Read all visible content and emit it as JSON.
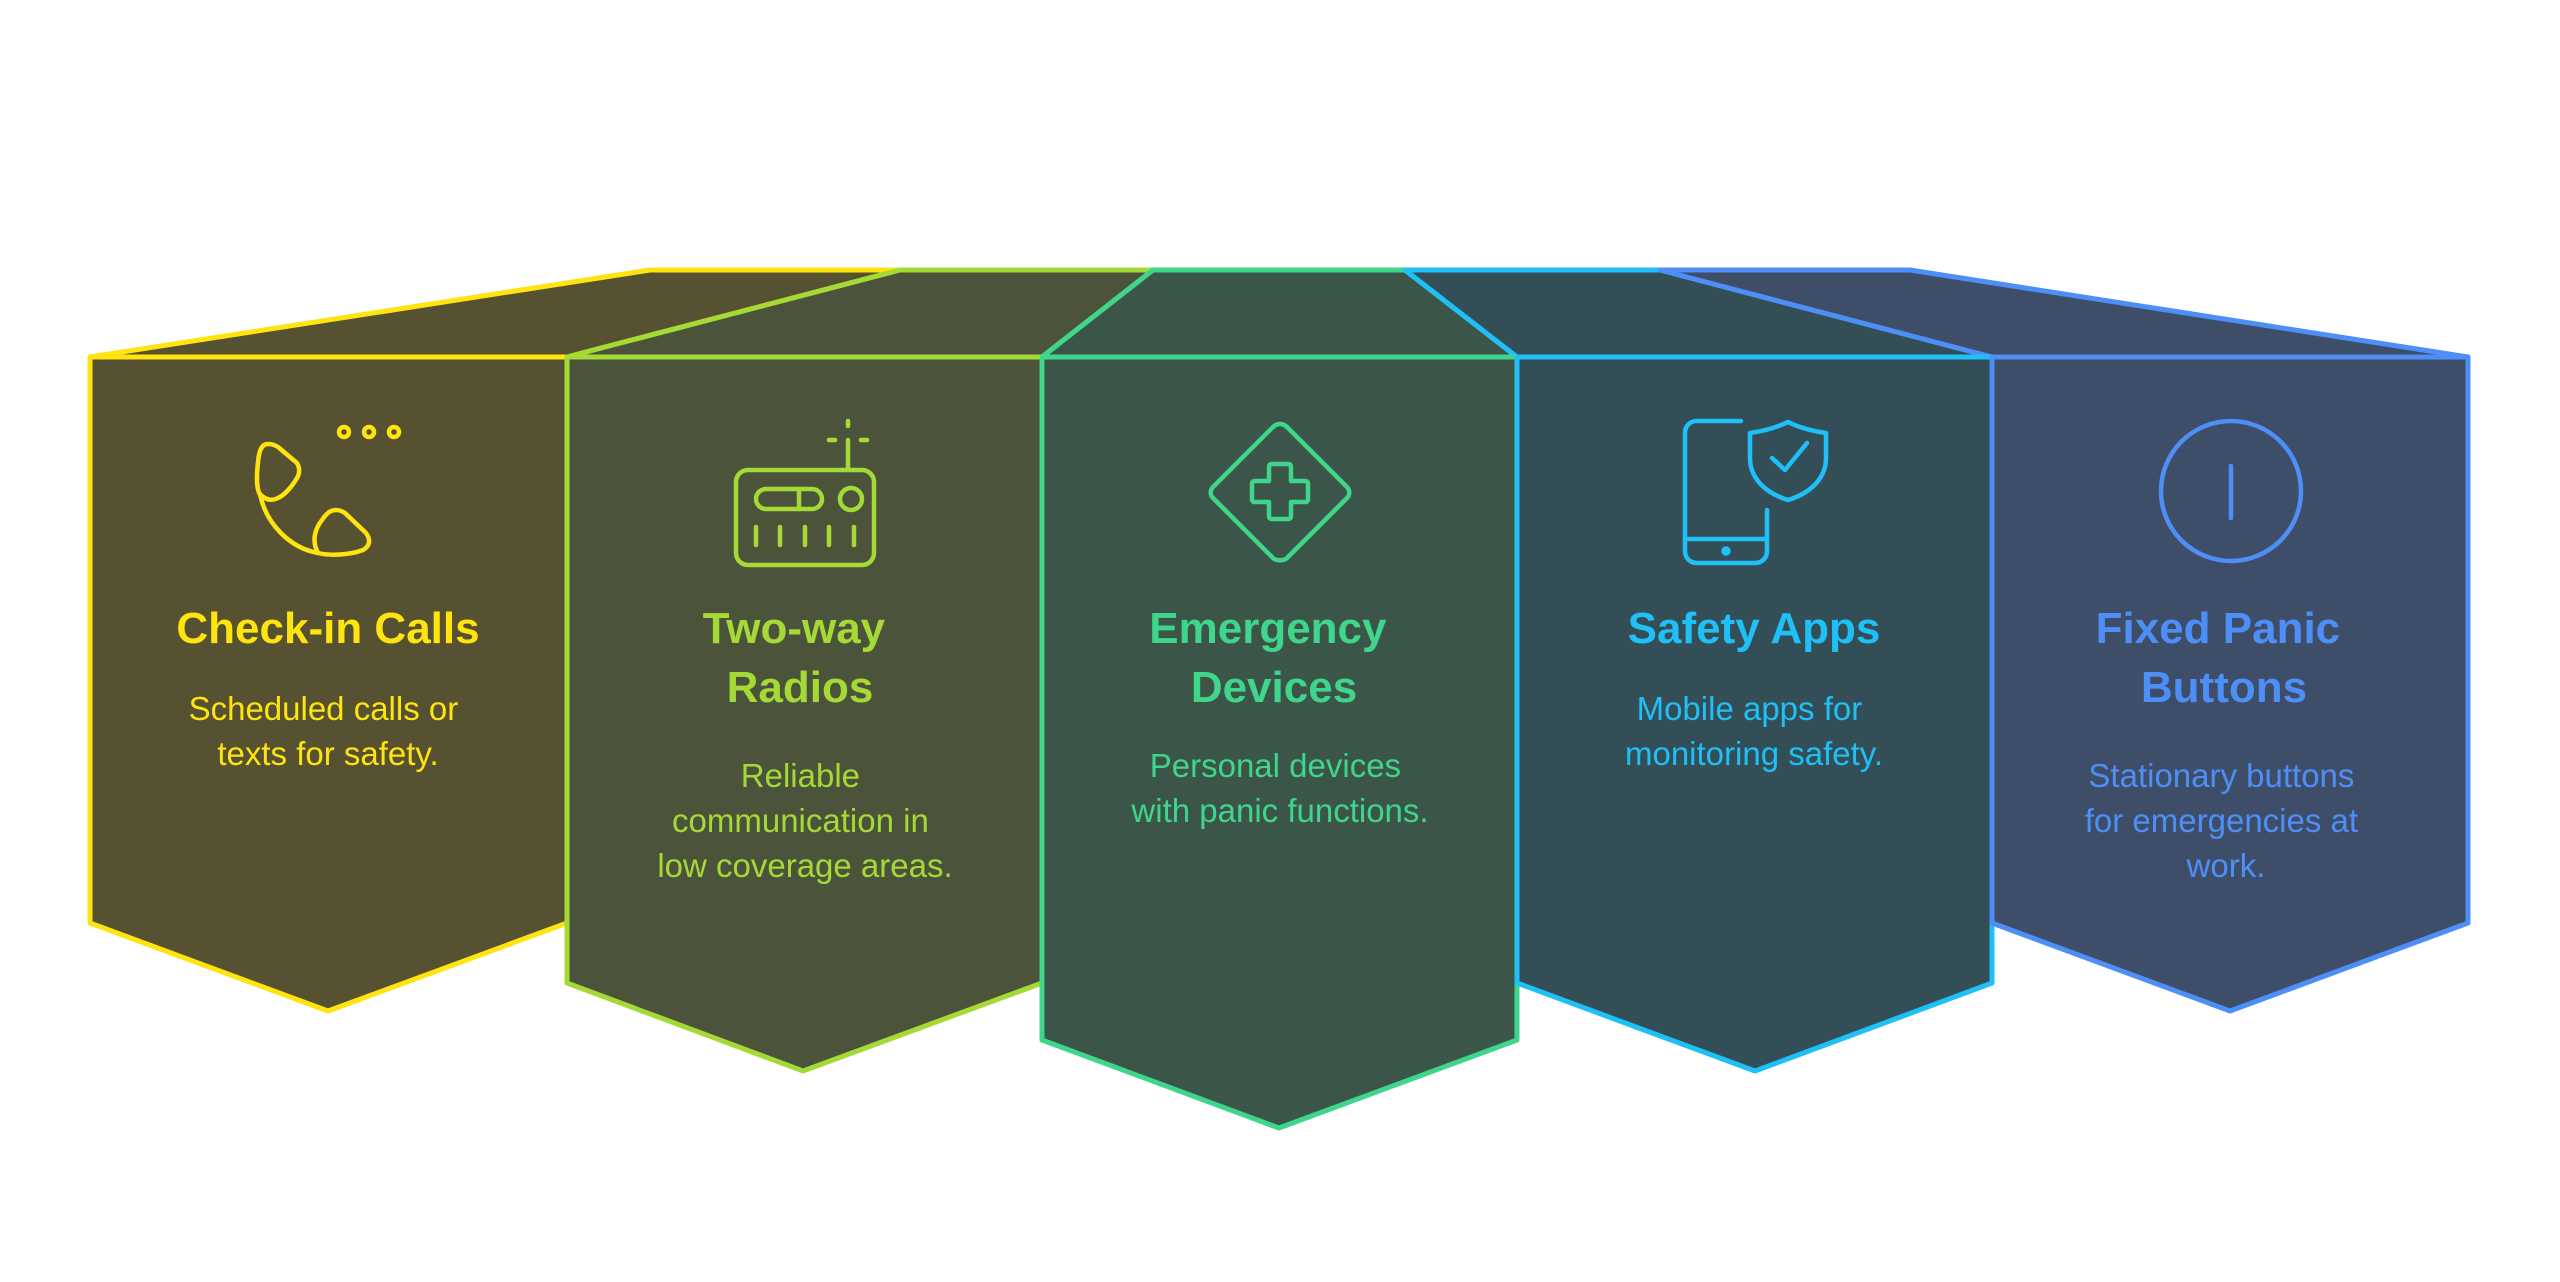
{
  "diagram": {
    "type": "five-panel-3d-banner-infographic",
    "panels": [
      {
        "id": "check-in-calls",
        "icon": "phone-call-dots-icon",
        "title_lines": [
          "Check-in Calls"
        ],
        "desc_lines": [
          "Scheduled calls or",
          "texts for safety."
        ],
        "stroke": "#FFE40F",
        "fill_front": "#565131",
        "fill_top": "#565131"
      },
      {
        "id": "two-way-radios",
        "icon": "radio-icon",
        "title_lines": [
          "Two-way",
          "Radios"
        ],
        "desc_lines": [
          "Reliable",
          "communication in",
          "low coverage areas."
        ],
        "stroke": "#A4D936",
        "fill_front": "#4B533B",
        "fill_top": "#4B533B"
      },
      {
        "id": "emergency-devices",
        "icon": "medical-diamond-icon",
        "title_lines": [
          "Emergency",
          "Devices"
        ],
        "desc_lines": [
          "Personal devices",
          "with panic functions."
        ],
        "stroke": "#3FD68C",
        "fill_front": "#3B5549",
        "fill_top": "#3B5549"
      },
      {
        "id": "safety-apps",
        "icon": "phone-shield-check-icon",
        "title_lines": [
          "Safety Apps"
        ],
        "desc_lines": [
          "Mobile apps for",
          "monitoring safety."
        ],
        "stroke": "#1EC0F5",
        "fill_front": "#344E58",
        "fill_top": "#344E58"
      },
      {
        "id": "fixed-panic-buttons",
        "icon": "power-button-icon",
        "title_lines": [
          "Fixed Panic",
          "Buttons"
        ],
        "desc_lines": [
          "Stationary buttons",
          "for emergencies at",
          "work."
        ],
        "stroke": "#4E8FF7",
        "fill_front": "#3E4E69",
        "fill_top": "#3E4E69"
      }
    ]
  }
}
